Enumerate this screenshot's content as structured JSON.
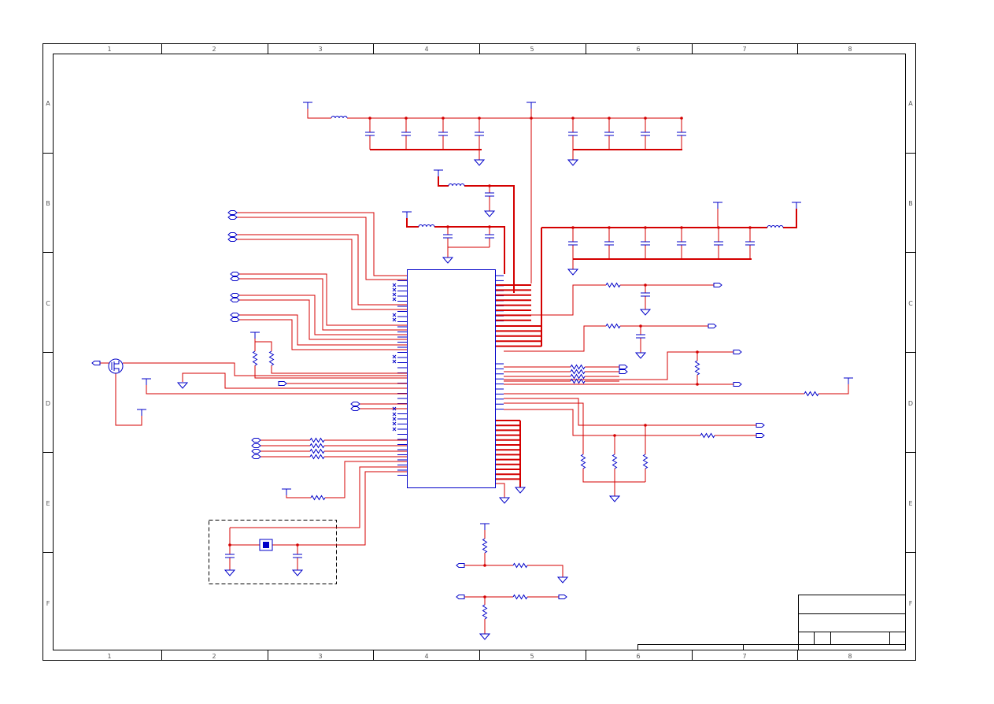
{
  "sheet": {
    "columns": [
      "1",
      "2",
      "3",
      "4",
      "5",
      "6",
      "7",
      "8"
    ],
    "rows": [
      "A",
      "B",
      "C",
      "D",
      "E",
      "F"
    ]
  },
  "colors": {
    "wire": "#d40000",
    "component": "#0000c8",
    "frame": "#000000",
    "background": "#ffffff"
  },
  "title_block": {
    "fields": [
      "",
      "",
      "",
      "",
      ""
    ]
  }
}
